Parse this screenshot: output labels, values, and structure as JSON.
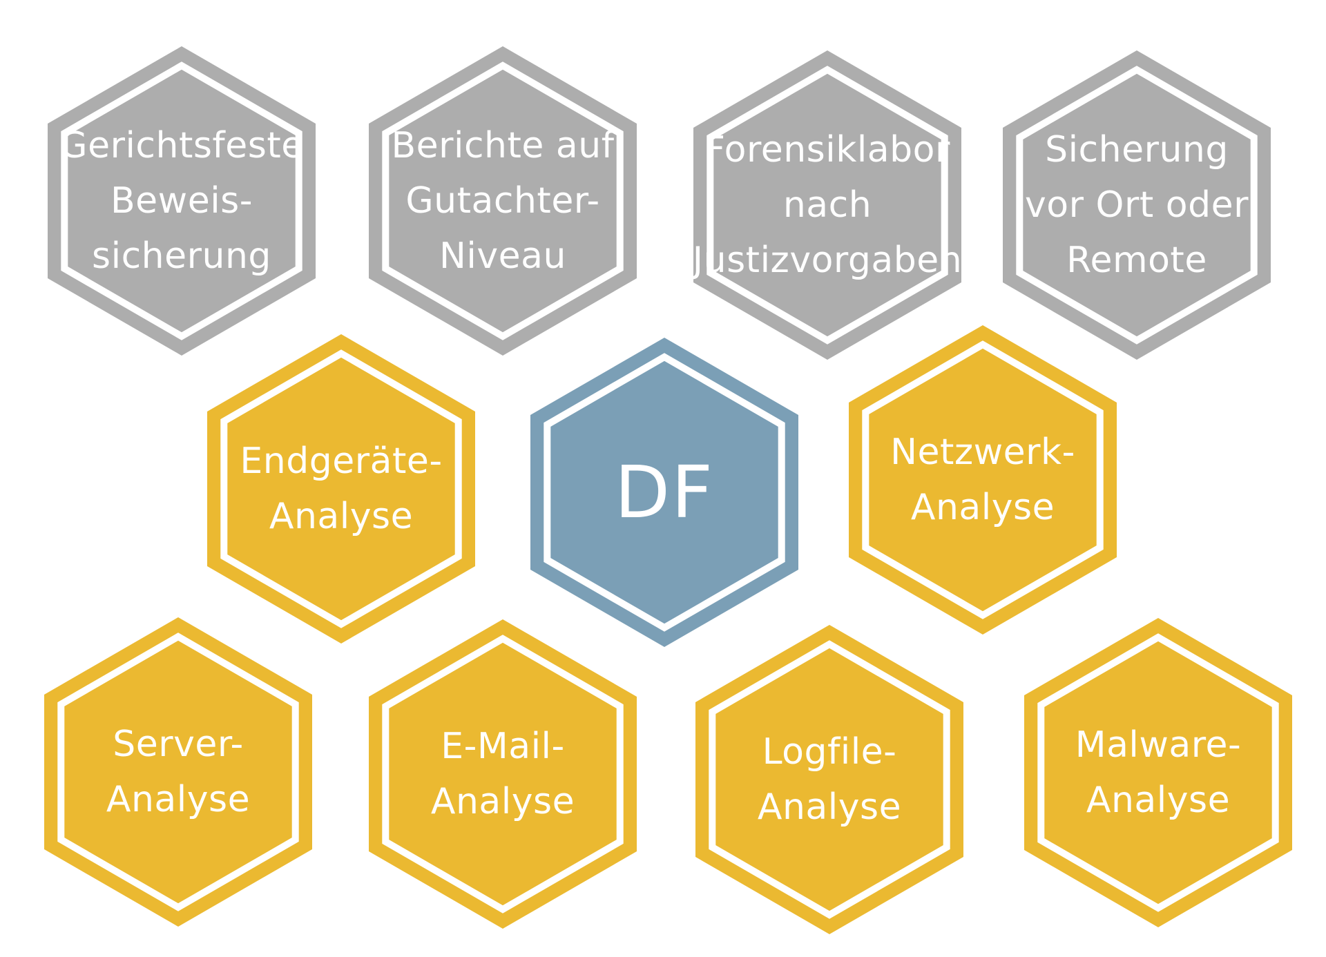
{
  "colors": {
    "background": "#ffffff",
    "gray_fill": "#adadad",
    "gold_fill": "#ebb931",
    "blue_fill": "#7b9fb6",
    "inner_ring": "#ffffff",
    "text": "#ffffff"
  },
  "hexagons": [
    {
      "id": "gerichtsfeste-beweissicherung",
      "group": "service",
      "color": "gray",
      "lines": [
        "Gerichtsfeste",
        "Beweis-",
        "sicherung"
      ]
    },
    {
      "id": "berichte-auf-gutachter-niveau",
      "group": "service",
      "color": "gray",
      "lines": [
        "Berichte auf",
        "Gutachter-",
        "Niveau"
      ]
    },
    {
      "id": "forensiklabor-nach-justizvorgaben",
      "group": "service",
      "color": "gray",
      "lines": [
        "Forensiklabor",
        "nach",
        "Justizvorgaben"
      ]
    },
    {
      "id": "sicherung-vor-ort-oder-remote",
      "group": "service",
      "color": "gray",
      "lines": [
        "Sicherung",
        "vor Ort oder",
        "Remote"
      ]
    },
    {
      "id": "endgeraete-analyse",
      "group": "analysis",
      "color": "gold",
      "lines": [
        "Endgeräte-",
        "Analyse"
      ]
    },
    {
      "id": "df-center",
      "group": "center",
      "color": "blue",
      "lines": [
        "DF"
      ]
    },
    {
      "id": "netzwerk-analyse",
      "group": "analysis",
      "color": "gold",
      "lines": [
        "Netzwerk-",
        "Analyse"
      ]
    },
    {
      "id": "server-analyse",
      "group": "analysis",
      "color": "gold",
      "lines": [
        "Server-",
        "Analyse"
      ]
    },
    {
      "id": "email-analyse",
      "group": "analysis",
      "color": "gold",
      "lines": [
        "E-Mail-",
        "Analyse"
      ]
    },
    {
      "id": "logfile-analyse",
      "group": "analysis",
      "color": "gold",
      "lines": [
        "Logfile-",
        "Analyse"
      ]
    },
    {
      "id": "malware-analyse",
      "group": "analysis",
      "color": "gold",
      "lines": [
        "Malware-",
        "Analyse"
      ]
    }
  ]
}
